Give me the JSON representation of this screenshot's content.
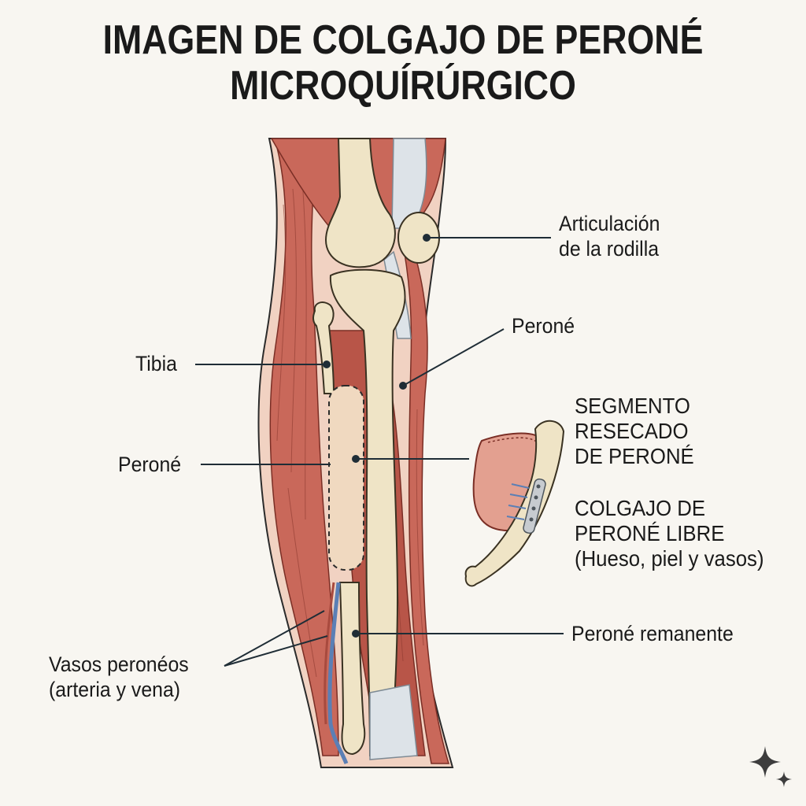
{
  "title": {
    "line1": "IMAGEN DE COLGAJO DE PERONÉ",
    "line2": "MICROQUÍRÚRGICO"
  },
  "labels": {
    "knee_line1": "Articulación",
    "knee_line2": "de la rodilla",
    "perone_top": "Peroné",
    "tibia": "Tibia",
    "perone_left": "Peroné",
    "segment_line1": "SEGMENTO",
    "segment_line2": "RESECADO",
    "segment_line3": "DE PERONÉ",
    "flap_line1": "COLGAJO DE",
    "flap_line2": "PERONÉ LIBRE",
    "flap_line3": "(Hueso, piel y vasos)",
    "remanente": "Peroné remanente",
    "vessels_line1": "Vasos peronéos",
    "vessels_line2": "(arteria y vena)"
  },
  "colors": {
    "muscle": "#c9685a",
    "muscle_dark": "#a84a3e",
    "bone": "#efe4c6",
    "bone_shadow": "#d8c89c",
    "tendon": "#dde3e8",
    "skin": "#f1d2c2",
    "leader": "#1f2d36",
    "vessel": "#5b7fb5"
  },
  "icons": {
    "watermark": "sparkle-icon"
  }
}
